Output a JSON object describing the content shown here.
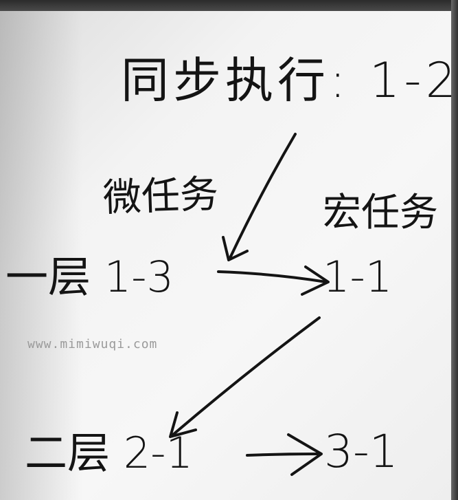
{
  "board": {
    "title": "同步执行: 1-2",
    "micro_label": "微任务",
    "macro_label": "宏任务",
    "row1_left": "一层 1-3",
    "row1_right": "1-1",
    "row2_left": "二层 2-1",
    "row2_right": "3-1"
  },
  "watermark": "www.mimiwuqi.com",
  "colors": {
    "ink": "#141414",
    "board": "#f3f3f3",
    "frame": "#2b2b2b"
  }
}
